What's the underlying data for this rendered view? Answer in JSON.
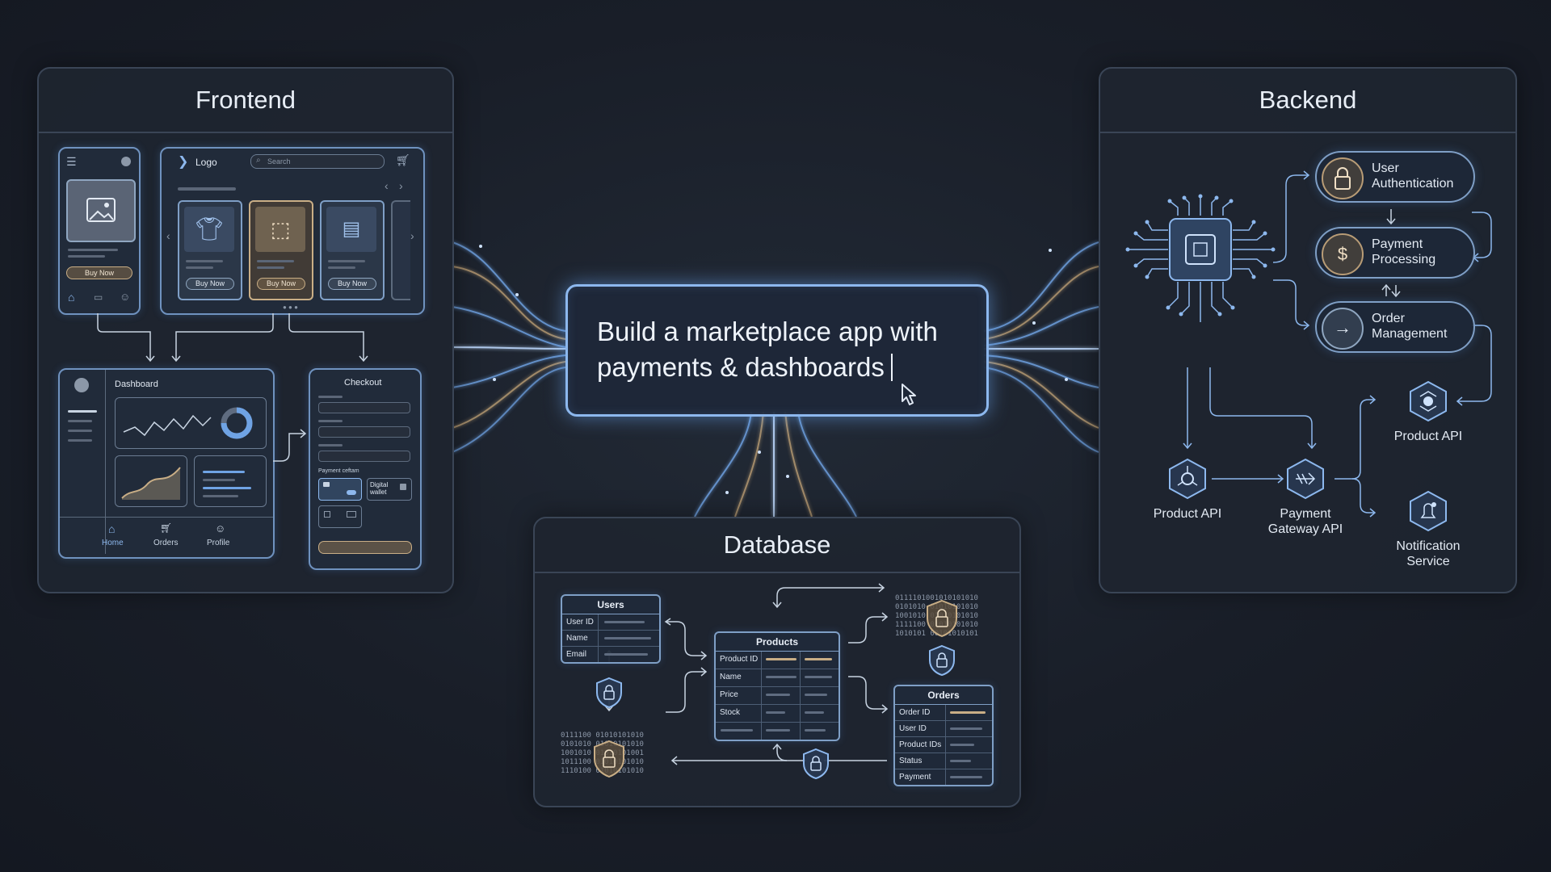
{
  "prompt": {
    "line1": "Build a marketplace app with",
    "line2": "payments & dashboards"
  },
  "frontend": {
    "title": "Frontend",
    "mobile": {
      "buy_label": "Buy Now"
    },
    "store": {
      "logo": "Logo",
      "search_placeholder": "Search",
      "buy_labels": [
        "Buy Now",
        "Buy Now",
        "Buy Now"
      ]
    },
    "dashboard": {
      "title": "Dashboard",
      "nav": [
        "Home",
        "Orders",
        "Profile"
      ]
    },
    "checkout": {
      "title": "Checkout",
      "payment_label": "Payment ceftam",
      "wallet_label": "Digital wallet"
    }
  },
  "backend": {
    "title": "Backend",
    "services": [
      "User Authentication",
      "Payment Processing",
      "Order Management"
    ],
    "nodes": [
      "Product API",
      "Payment Gateway API",
      "Product API",
      "Notification Service"
    ]
  },
  "database": {
    "title": "Database",
    "tables": {
      "users": {
        "name": "Users",
        "fields": [
          "User ID",
          "Name",
          "Email"
        ]
      },
      "products": {
        "name": "Products",
        "fields": [
          "Product ID",
          "Name",
          "Price",
          "Stock",
          ""
        ]
      },
      "orders": {
        "name": "Orders",
        "fields": [
          "Order ID",
          "User ID",
          "Product IDs",
          "Status",
          "Payment"
        ]
      }
    },
    "bits": {
      "top": "0111101001010101010\n0101010 01010101010\n1001010 01010101010\n1111100 01010101010\n1010101 00101010101",
      "bottom": "0111100 01010101010\n0101010 01010101010\n1001010 01010101001\n1011100 01010101010\n1110100 01010101010"
    }
  },
  "colors": {
    "accent": "#8db8ee",
    "gold": "#c9ae86",
    "panel": "#1e2530"
  }
}
